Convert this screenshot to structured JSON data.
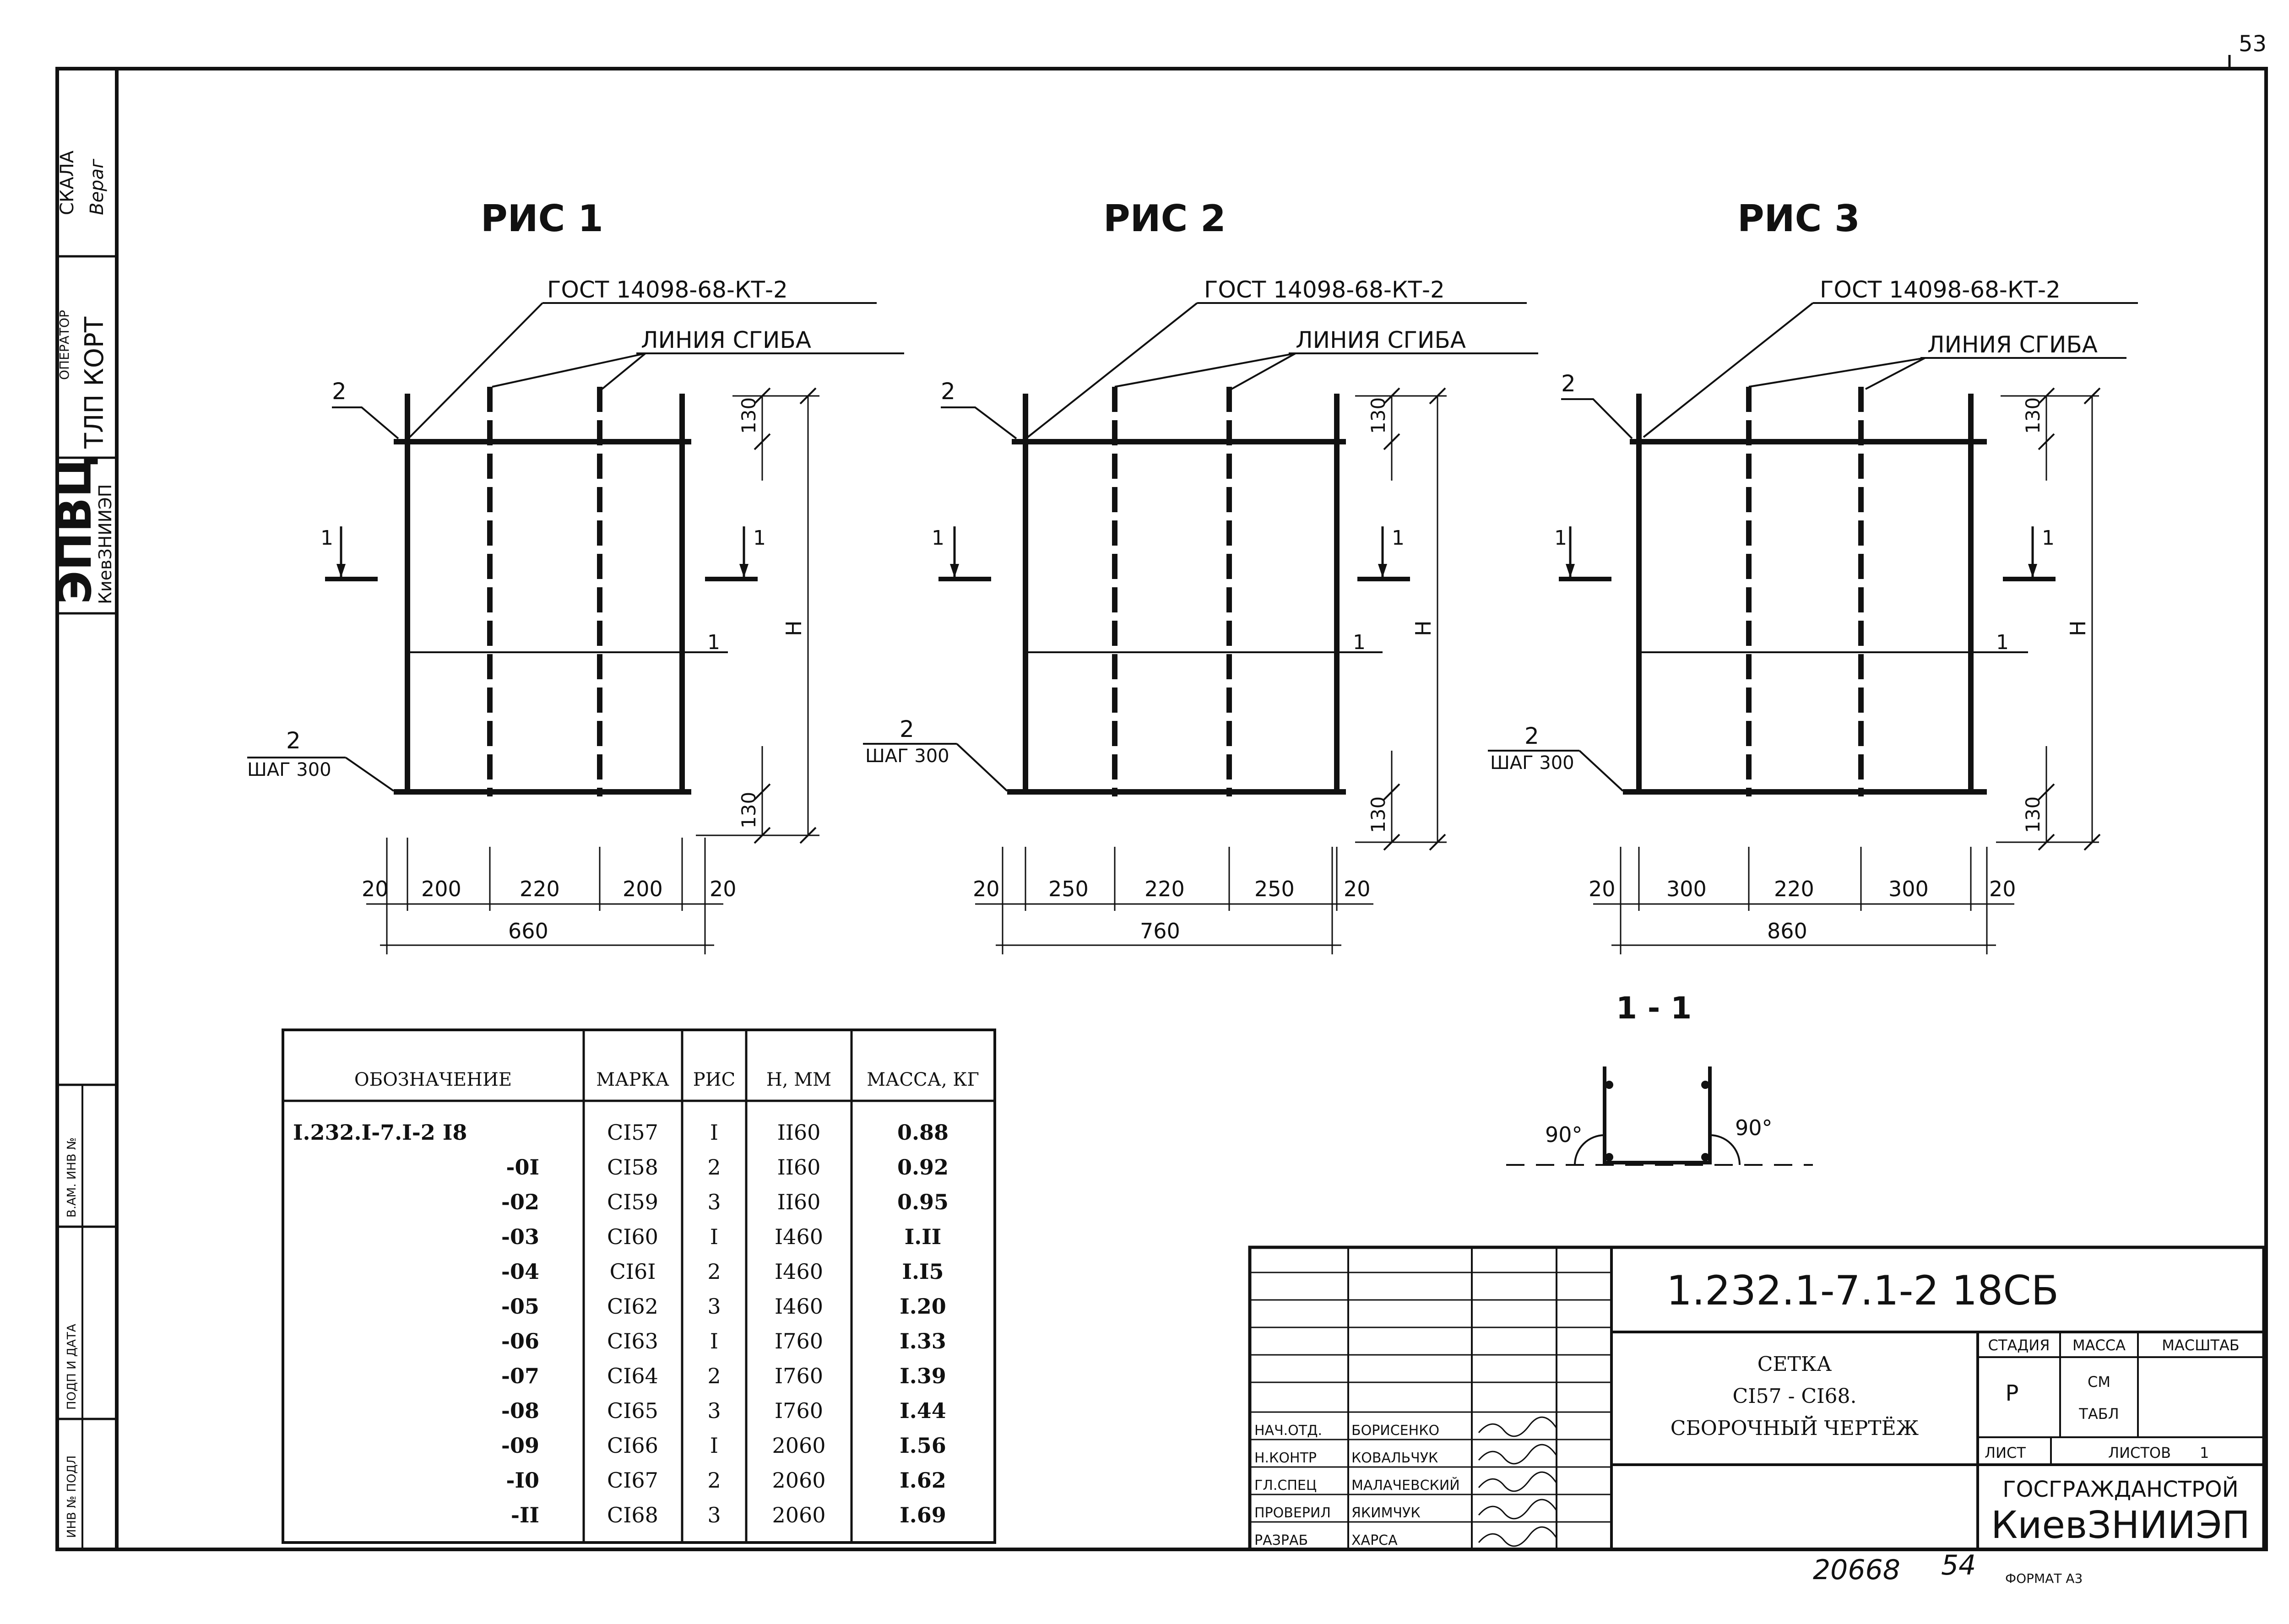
{
  "sheet_number": "53",
  "side_stamp": {
    "scale_label": "СКАЛА",
    "scale_sign": "Вераг",
    "operator_label": "ОПЕРАТОР",
    "operator_value": "ТЛП КОРТ",
    "org_big": "ЭПВЦ",
    "org_small": "КиевЗНИИЭП",
    "inv_label": "В.АМ. ИНВ №",
    "date_label": "ПОДП И ДАТА",
    "podl_label": "ИНВ № ПОДЛ"
  },
  "figures": [
    {
      "title": "РИС 1",
      "gost": "ГОСТ 14098-68-КТ-2",
      "bend": "ЛИНИЯ СГИБА",
      "pos_top": "2",
      "pos_bottom": "2",
      "step": "ШАГ 300",
      "pos_mid": "1",
      "dim_top": "130",
      "dim_bottom": "130",
      "dim_h": "Н",
      "cut_left": "1",
      "cut_right": "1",
      "dims": [
        "20",
        "200",
        "220",
        "200",
        "20"
      ],
      "total": "660"
    },
    {
      "title": "РИС 2",
      "gost": "ГОСТ 14098-68-КТ-2",
      "bend": "ЛИНИЯ СГИБА",
      "pos_top": "2",
      "pos_bottom": "2",
      "step": "ШАГ 300",
      "pos_mid": "1",
      "dim_top": "130",
      "dim_bottom": "130",
      "dim_h": "Н",
      "cut_left": "1",
      "cut_right": "1",
      "dims": [
        "20",
        "250",
        "220",
        "250",
        "20"
      ],
      "total": "760"
    },
    {
      "title": "РИС 3",
      "gost": "ГОСТ 14098-68-КТ-2",
      "bend": "ЛИНИЯ СГИБА",
      "pos_top": "2",
      "pos_bottom": "2",
      "step": "ШАГ 300",
      "pos_mid": "1",
      "dim_top": "130",
      "dim_bottom": "130",
      "dim_h": "Н",
      "cut_left": "1",
      "cut_right": "1",
      "dims": [
        "20",
        "300",
        "220",
        "300",
        "20"
      ],
      "total": "860"
    }
  ],
  "section": {
    "title": "1 - 1",
    "angle_left": "90°",
    "angle_right": "90°"
  },
  "table": {
    "headers": [
      "ОБОЗНАЧЕНИЕ",
      "МАРКА",
      "РИС",
      "Н, ММ",
      "МАССА, КГ"
    ],
    "rows": [
      [
        "I.232.I-7.I-2 I8",
        "CI57",
        "I",
        "II60",
        "0.88"
      ],
      [
        "-0I",
        "CI58",
        "2",
        "II60",
        "0.92"
      ],
      [
        "-02",
        "CI59",
        "3",
        "II60",
        "0.95"
      ],
      [
        "-03",
        "CI60",
        "I",
        "I460",
        "I.II"
      ],
      [
        "-04",
        "CI6I",
        "2",
        "I460",
        "I.I5"
      ],
      [
        "-05",
        "CI62",
        "3",
        "I460",
        "I.20"
      ],
      [
        "-06",
        "CI63",
        "I",
        "I760",
        "I.33"
      ],
      [
        "-07",
        "CI64",
        "2",
        "I760",
        "I.39"
      ],
      [
        "-08",
        "CI65",
        "3",
        "I760",
        "I.44"
      ],
      [
        "-09",
        "CI66",
        "I",
        "2060",
        "I.56"
      ],
      [
        "-I0",
        "CI67",
        "2",
        "2060",
        "I.62"
      ],
      [
        "-II",
        "CI68",
        "3",
        "2060",
        "I.69"
      ]
    ]
  },
  "title_block": {
    "code": "1.232.1-7.1-2 18СБ",
    "name_line1": "СЕТКА",
    "name_line2": "CI57 - CI68.",
    "name_line3": "СБОРОЧНЫЙ ЧЕРТЁЖ",
    "stage_label": "СТАДИЯ",
    "mass_label": "МАССА",
    "scale_label": "МАСШТАБ",
    "stage_value": "Р",
    "mass_value_1": "СМ",
    "mass_value_2": "ТАБЛ",
    "sheet_label": "ЛИСТ",
    "sheets_label": "ЛИСТОВ",
    "sheets_value": "1",
    "org1": "ГОСГРАЖДАНСТРОЙ",
    "org2": "КиевЗНИИЭП",
    "roles": [
      {
        "role": "НАЧ.ОТД.",
        "name": "БОРИСЕНКО"
      },
      {
        "role": "Н.КОНТР",
        "name": "КОВАЛЬЧУК"
      },
      {
        "role": "ГЛ.СПЕЦ",
        "name": "МАЛАЧЕВСКИЙ"
      },
      {
        "role": "ПРОВЕРИЛ",
        "name": "ЯКИМЧУК"
      },
      {
        "role": "РАЗРАБ",
        "name": "ХАРСА"
      }
    ]
  },
  "footer": {
    "number": "20668",
    "page": "54",
    "format": "ФОРМАТ А3"
  }
}
